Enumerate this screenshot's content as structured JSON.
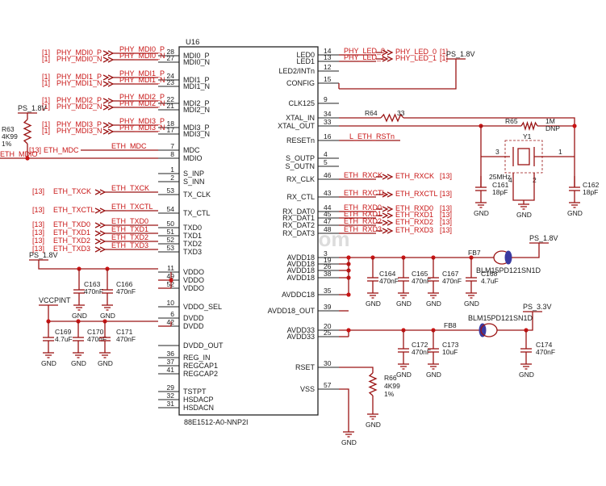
{
  "watermark": "unlidapcb.com",
  "chip": {
    "refdes": "U16",
    "part": "88E1512-A0-NNP2I"
  },
  "left_pins": [
    {
      "num": "28",
      "name": "MDI0_P"
    },
    {
      "num": "27",
      "name": "MDI0_N"
    },
    {
      "num": "24",
      "name": "MDI1_P"
    },
    {
      "num": "23",
      "name": "MDI1_N"
    },
    {
      "num": "22",
      "name": "MDI2_P"
    },
    {
      "num": "21",
      "name": "MDI2_N"
    },
    {
      "num": "18",
      "name": "MDI3_P"
    },
    {
      "num": "17",
      "name": "MDI3_N"
    },
    {
      "num": "7",
      "name": "MDC"
    },
    {
      "num": "8",
      "name": "MDIO"
    },
    {
      "num": "1",
      "name": "S_INP"
    },
    {
      "num": "2",
      "name": "S_INN"
    },
    {
      "num": "53",
      "name": "TX_CLK"
    },
    {
      "num": "54",
      "name": "TX_CTL"
    },
    {
      "num": "50",
      "name": "TXD0"
    },
    {
      "num": "51",
      "name": "TXD1"
    },
    {
      "num": "52",
      "name": "TXD2"
    },
    {
      "num": "53",
      "name": "TXD3"
    },
    {
      "num": "11",
      "name": "VDDO"
    },
    {
      "num": "49",
      "name": "VDDO"
    },
    {
      "num": "52",
      "name": "VDDO"
    },
    {
      "num": "10",
      "name": "VDDO_SEL"
    },
    {
      "num": "6",
      "name": "DVDD"
    },
    {
      "num": "42",
      "name": "DVDD"
    },
    {
      "num": "",
      "name": "DVDD_OUT"
    },
    {
      "num": "36",
      "name": "REG_IN"
    },
    {
      "num": "37",
      "name": "REGCAP1"
    },
    {
      "num": "41",
      "name": "REGCAP2"
    },
    {
      "num": "29",
      "name": "TSTPT"
    },
    {
      "num": "32",
      "name": "HSDACP"
    },
    {
      "num": "31",
      "name": "HSDACN"
    }
  ],
  "right_pins": [
    {
      "num": "14",
      "name": "LED0"
    },
    {
      "num": "13",
      "name": "LED1"
    },
    {
      "num": "12",
      "name": "LED2/INTn"
    },
    {
      "num": "15",
      "name": "CONFIG"
    },
    {
      "num": "9",
      "name": "CLK125"
    },
    {
      "num": "34",
      "name": "XTAL_IN"
    },
    {
      "num": "33",
      "name": "XTAL_OUT"
    },
    {
      "num": "16",
      "name": "RESETn"
    },
    {
      "num": "4",
      "name": "S_OUTP"
    },
    {
      "num": "5",
      "name": "S_OUTN"
    },
    {
      "num": "46",
      "name": "RX_CLK"
    },
    {
      "num": "43",
      "name": "RX_CTL"
    },
    {
      "num": "44",
      "name": "RX_DAT0"
    },
    {
      "num": "45",
      "name": "RX_DAT1"
    },
    {
      "num": "47",
      "name": "RX_DAT2"
    },
    {
      "num": "48",
      "name": "RX_DAT3"
    },
    {
      "num": "3",
      "name": "AVDD18"
    },
    {
      "num": "19",
      "name": "AVDD18"
    },
    {
      "num": "26",
      "name": "AVDD18"
    },
    {
      "num": "38",
      "name": "AVDD18"
    },
    {
      "num": "35",
      "name": "AVDDC18"
    },
    {
      "num": "39",
      "name": "AVDD18_OUT"
    },
    {
      "num": "20",
      "name": "AVDD33"
    },
    {
      "num": "25",
      "name": "AVDD33"
    },
    {
      "num": "30",
      "name": "RSET"
    },
    {
      "num": "57",
      "name": "VSS"
    }
  ],
  "left_nets": [
    {
      "ref": "[1]",
      "net": "PHY_MDI0_P",
      "inner": "PHY_MDI0_P"
    },
    {
      "ref": "[1]",
      "net": "PHY_MDI0_N",
      "inner": "PHY_MDI0_N"
    },
    {
      "ref": "[1]",
      "net": "PHY_MDI1_P",
      "inner": "PHY_MDI1_P"
    },
    {
      "ref": "[1]",
      "net": "PHY_MDI1_N",
      "inner": "PHY_MDI1_N"
    },
    {
      "ref": "[1]",
      "net": "PHY_MDI2_P",
      "inner": "PHY_MDI2_P"
    },
    {
      "ref": "[1]",
      "net": "PHY_MDI2_N",
      "inner": "PHY_MDI2_N"
    },
    {
      "ref": "[1]",
      "net": "PHY_MDI3_P",
      "inner": "PHY_MDI3_P"
    },
    {
      "ref": "[1]",
      "net": "PHY_MDI3_N",
      "inner": "PHY_MDI3_N"
    },
    {
      "ref": "[13]",
      "net": "ETH_MDC",
      "inner": "ETH_MDC"
    },
    {
      "ref": "",
      "net": "ETH_MDIO",
      "inner": ""
    },
    {
      "ref": "[13]",
      "net": "ETH_TXCK",
      "inner": "ETH_TXCK"
    },
    {
      "ref": "[13]",
      "net": "ETH_TXCTL",
      "inner": "ETH_TXCTL"
    },
    {
      "ref": "[13]",
      "net": "ETH_TXD0",
      "inner": "ETH_TXD0"
    },
    {
      "ref": "[13]",
      "net": "ETH_TXD1",
      "inner": "ETH_TXD1"
    },
    {
      "ref": "[13]",
      "net": "ETH_TXD2",
      "inner": "ETH_TXD2"
    },
    {
      "ref": "[13]",
      "net": "ETH_TXD3",
      "inner": "ETH_TXD3"
    }
  ],
  "right_nets": [
    {
      "inner": "PHY_LED_0",
      "net": "PHY_LED_0",
      "ref": "[1]"
    },
    {
      "inner": "PHY_LED_1",
      "net": "PHY_LED_1",
      "ref": "[1]"
    },
    {
      "inner": "L_ETH_RSTn",
      "net": "",
      "ref": ""
    },
    {
      "inner": "ETH_RXCK",
      "net": "ETH_RXCK",
      "ref": "[13]"
    },
    {
      "inner": "ETH_RXCTL",
      "net": "ETH_RXCTL",
      "ref": "[13]"
    },
    {
      "inner": "ETH_RXD0",
      "net": "ETH_RXD0",
      "ref": "[13]"
    },
    {
      "inner": "ETH_RXD1",
      "net": "ETH_RXD1",
      "ref": "[13]"
    },
    {
      "inner": "ETH_RXD2",
      "net": "ETH_RXD2",
      "ref": "[13]"
    },
    {
      "inner": "ETH_RXD3",
      "net": "ETH_RXD3",
      "ref": "[13]"
    }
  ],
  "power": {
    "ps18_top": "PS_1.8V",
    "ps18_left": "PS_1.8V",
    "ps18_vddo": "PS_1.8V",
    "ps18_right": "PS_1.8V",
    "ps33": "PS_3.3V",
    "vccpint": "VCCPINT",
    "gnd": "GND"
  },
  "components": {
    "R63": {
      "ref": "R63",
      "val": "4K99",
      "tol": "1%"
    },
    "R64": {
      "ref": "R64",
      "val": "33"
    },
    "R65": {
      "ref": "R65",
      "val": "1M",
      "extra": "DNP"
    },
    "R66": {
      "ref": "R66",
      "val": "4K99",
      "tol": "1%"
    },
    "Y1": {
      "ref": "Y1",
      "freq": "25MHz",
      "p1": "1",
      "p3": "3",
      "p2": "2",
      "p4": "4"
    },
    "C161": {
      "ref": "C161",
      "val": "18pF"
    },
    "C162": {
      "ref": "C162",
      "val": "18pF"
    },
    "C163": {
      "ref": "C163",
      "val": "470nF"
    },
    "C166": {
      "ref": "C166",
      "val": "470nF"
    },
    "C169": {
      "ref": "C169",
      "val": "4.7uF"
    },
    "C170": {
      "ref": "C170",
      "val": "470nF"
    },
    "C171": {
      "ref": "C171",
      "val": "470nF"
    },
    "C164": {
      "ref": "C164",
      "val": "470nF"
    },
    "C165": {
      "ref": "C165",
      "val": "470nF"
    },
    "C167": {
      "ref": "C167",
      "val": "470nF"
    },
    "C168": {
      "ref": "C168",
      "val": "4.7uF"
    },
    "C172": {
      "ref": "C172",
      "val": "470nF"
    },
    "C173": {
      "ref": "C173",
      "val": "10uF"
    },
    "C174": {
      "ref": "C174",
      "val": "470nF"
    },
    "FB7": {
      "ref": "FB7",
      "part": "BLM15PD121SN1D"
    },
    "FB8": {
      "ref": "FB8",
      "part": "BLM15PD121SN1D"
    }
  }
}
